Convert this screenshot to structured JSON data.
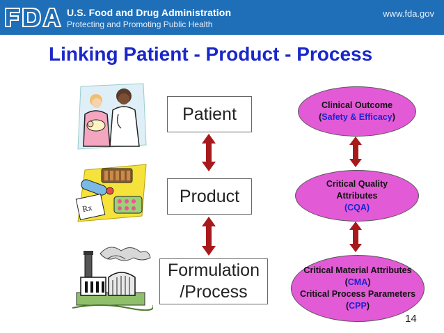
{
  "header": {
    "org_name": "U.S. Food and Drug Administration",
    "tagline": "Protecting and Promoting Public Health",
    "url": "www.fda.gov",
    "bg_color": "#1f6fb8"
  },
  "slide": {
    "title": "Linking Patient - Product - Process",
    "page_number": "14"
  },
  "boxes": {
    "patient": "Patient",
    "product": "Product",
    "process_line1": "Formulation",
    "process_line2": "/Process"
  },
  "ellipses": {
    "outcome_line1": "Clinical Outcome",
    "outcome_open": "(",
    "outcome_highlight": "Safety & Efficacy",
    "outcome_close": ")",
    "cqa_line1": "Critical Quality",
    "cqa_line2": "Attributes",
    "cqa_highlight": "(CQA)",
    "cma_line1": "Critical Material Attributes",
    "cma_open": "(",
    "cma_highlight": "CMA",
    "cma_close": ")",
    "cpp_line1": "Critical Process Parameters",
    "cpp_open": "(",
    "cpp_highlight": "CPP",
    "cpp_close": ")"
  },
  "colors": {
    "title": "#1a27c9",
    "ellipse_fill": "#e25ad6",
    "arrow": "#a8191c",
    "highlight_text": "#1b24d4"
  },
  "icons": [
    "fda-logo-icon",
    "doctor-patient-clipart-icon",
    "medicine-clipart-icon",
    "factory-clipart-icon"
  ]
}
